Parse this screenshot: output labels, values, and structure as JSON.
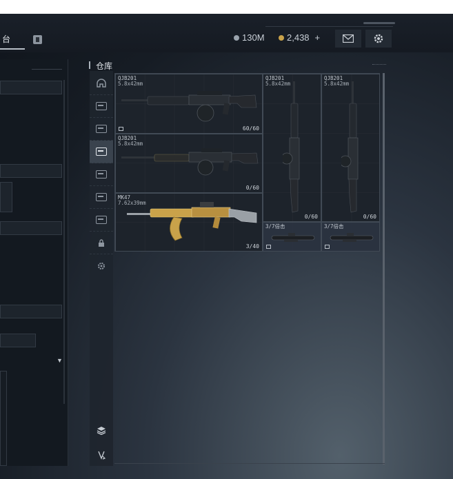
{
  "header": {
    "left_tab_label": "台",
    "currency_silver": "130M",
    "currency_gold": "2,438",
    "gold_add": "+",
    "mail_icon": "mail-icon",
    "settings_icon": "gear-icon"
  },
  "warehouse": {
    "title": "仓库",
    "sidebar": [
      {
        "icon": "helmet-icon"
      },
      {
        "icon": "armor-icon"
      },
      {
        "icon": "rifle-icon"
      },
      {
        "icon": "rifle-icon"
      },
      {
        "icon": "rifle-icon"
      },
      {
        "icon": "rifle-icon"
      },
      {
        "icon": "rifle-icon"
      },
      {
        "icon": "lock-icon"
      },
      {
        "icon": "gear-icon"
      }
    ],
    "items": [
      {
        "name": "QJB201",
        "caliber": "5.8x42mm",
        "ammo": "60/60"
      },
      {
        "name": "QJB201",
        "caliber": "5.8x42mm",
        "ammo": "0/60"
      },
      {
        "name": "MK47",
        "caliber": "7.62x39mm",
        "ammo": "3/40"
      },
      {
        "name": "QJB201",
        "caliber": "5.8x42mm",
        "ammo": "0/60"
      },
      {
        "name": "QJB201",
        "caliber": "5.8x42mm",
        "ammo": "0/60"
      },
      {
        "name": "3/7倍击"
      },
      {
        "name": "3/7倍击"
      }
    ],
    "bottom_icons": [
      "layers-icon",
      "sort-icon"
    ]
  },
  "colors": {
    "background": "#161c24",
    "panel": "#1a2027",
    "accent_gold": "#c9a24a",
    "accent_silver": "#9aa3ad"
  }
}
